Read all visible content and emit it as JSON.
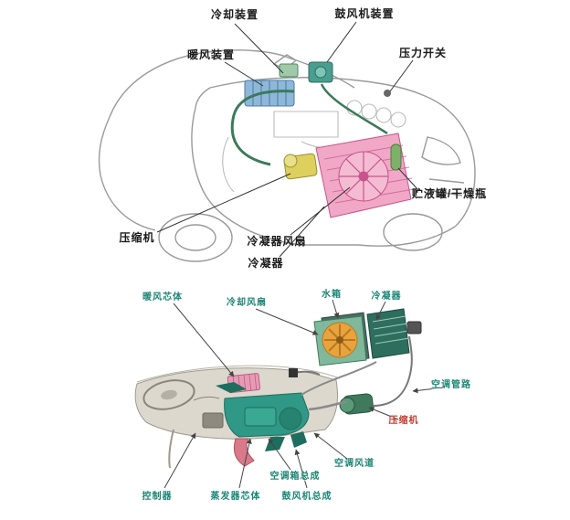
{
  "figure": {
    "description_top": "engine-bay air-conditioning components (line art)",
    "description_bottom": "dashboard / HVAC system cutaway (color art)"
  },
  "top_diagram": {
    "labels": [
      {
        "id": "cooling-unit",
        "text": "冷却装置"
      },
      {
        "id": "blower-unit",
        "text": "鼓风机装置"
      },
      {
        "id": "heater-unit",
        "text": "暖风装置"
      },
      {
        "id": "pressure-switch",
        "text": "压力开关"
      },
      {
        "id": "receiver-drier",
        "text": "贮液罐/干燥瓶"
      },
      {
        "id": "compressor",
        "text": "压缩机"
      },
      {
        "id": "condenser-fan",
        "text": "冷凝器风扇"
      },
      {
        "id": "condenser",
        "text": "冷凝器"
      }
    ]
  },
  "bottom_diagram": {
    "labels": [
      {
        "id": "heater-core",
        "text": "暖风芯体"
      },
      {
        "id": "cooling-fan",
        "text": "冷却风扇"
      },
      {
        "id": "radiator",
        "text": "水箱"
      },
      {
        "id": "condenser",
        "text": "冷凝器"
      },
      {
        "id": "ac-pipes",
        "text": "空调管路"
      },
      {
        "id": "compressor",
        "text": "压缩机"
      },
      {
        "id": "ac-duct",
        "text": "空调风道"
      },
      {
        "id": "ac-box-assembly",
        "text": "空调箱总成"
      },
      {
        "id": "controller",
        "text": "控制器"
      },
      {
        "id": "evaporator-core",
        "text": "蒸发器芯体"
      },
      {
        "id": "blower-assembly",
        "text": "鼓风机总成"
      }
    ]
  },
  "colors": {
    "label_black": "#1a1a1a",
    "label_teal": "#1d8576",
    "label_red": "#c23b2e",
    "condenser_pink": "#f0a8c6",
    "compressor_yellow": "#ddd05e",
    "blower_teal": "#4a9d8f",
    "heater_blue": "#8fb8d8",
    "ac_box_teal": "#2f9886",
    "fan_orange": "#e8a33d",
    "line_art_gray": "#9a9a9a"
  }
}
